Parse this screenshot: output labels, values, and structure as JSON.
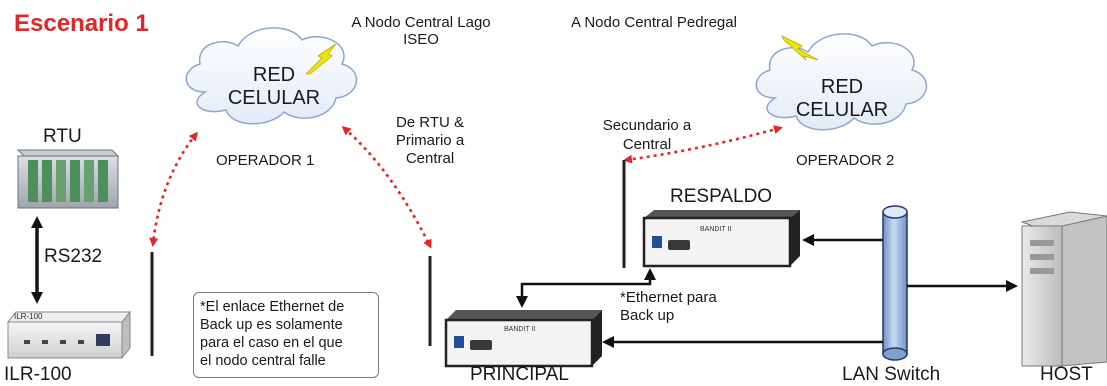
{
  "title": "Escenario 1",
  "clouds": [
    {
      "line1": "RED",
      "line2": "CELULAR",
      "operator": "OPERADOR 1"
    },
    {
      "line1": "RED",
      "line2": "CELULAR",
      "operator": "OPERADOR 2"
    }
  ],
  "links": {
    "lago_line1": "A Nodo Central Lago",
    "lago_line2": "ISEO",
    "pedregal": "A Nodo Central Pedregal",
    "rtu_primario_line1": "De RTU &",
    "rtu_primario_line2": "Primario a",
    "rtu_primario_line3": "Central",
    "secundario_line1": "Secundario a",
    "secundario_line2": "Central",
    "ethernet_line1": "*Ethernet para",
    "ethernet_line2": "Back up",
    "rs232": "RS232"
  },
  "devices": {
    "rtu": "RTU",
    "ilr": "ILR-100",
    "ilr_device_text": "ILR-100",
    "principal": "PRINCIPAL",
    "respaldo": "RESPALDO",
    "bandit_text": "BANDIT II",
    "lan_switch": "LAN Switch",
    "host": "HOST"
  },
  "note": {
    "line1": "*El enlace Ethernet de",
    "line2": "Back up es solamente",
    "line3": "para el caso en el que",
    "line4": "el nodo central falle"
  },
  "colors": {
    "title": "#e3262a",
    "wireless_link": "#e3262a",
    "lightning": "#f2e600",
    "cloud_fill": "#f4f7fc",
    "cloud_stroke": "#8ea7cf",
    "switch_fill": "#9ab8e0"
  }
}
